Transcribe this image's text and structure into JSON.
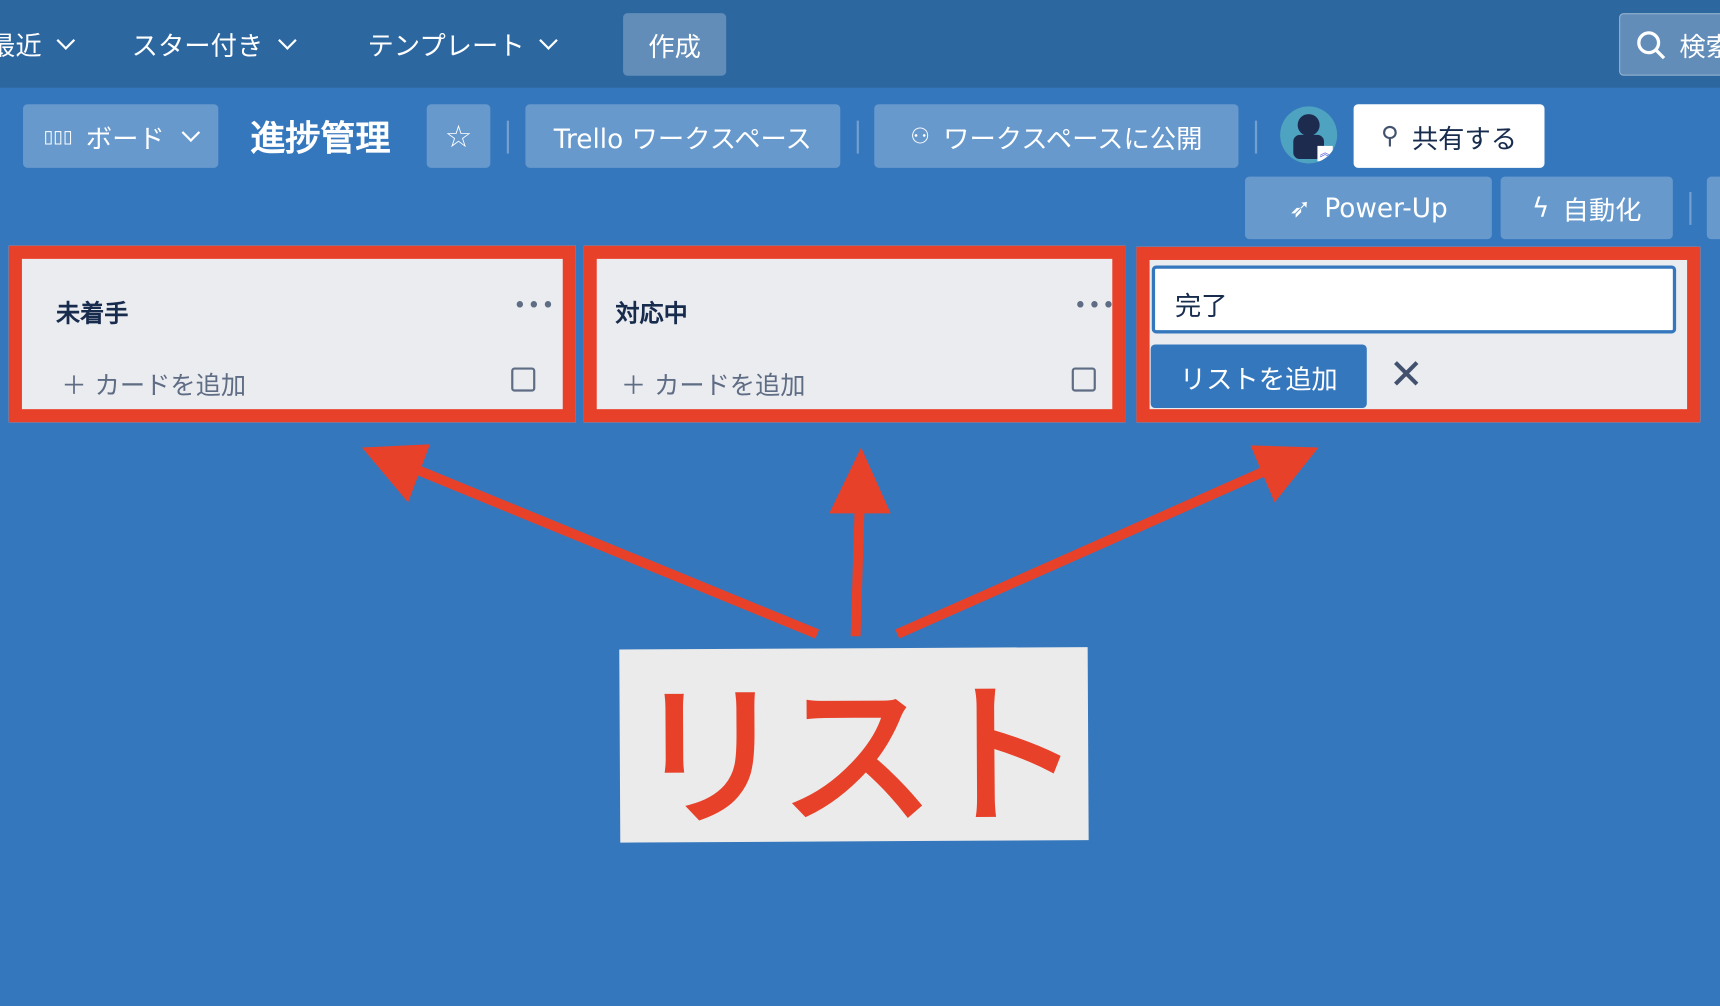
{
  "topnav": {
    "recent": "最近",
    "starred": "スター付き",
    "templates": "テンプレート",
    "create": "作成",
    "search": "検索"
  },
  "board": {
    "view": "ボード",
    "title": "進捗管理",
    "workspace": "Trello ワークスペース",
    "visibility": "ワークスペースに公開",
    "share": "共有する",
    "powerup": "Power-Up",
    "automation": "自動化"
  },
  "lists": [
    {
      "title": "未着手",
      "add_card": "カードを追加"
    },
    {
      "title": "対応中",
      "add_card": "カードを追加"
    }
  ],
  "new_list": {
    "input_value": "完了",
    "add_button": "リストを追加"
  },
  "annotation": {
    "label": "リスト",
    "color": "#e8412a"
  },
  "colors": {
    "nav": "#2d67a0",
    "board": "#3577bd",
    "accent": "#e8412a"
  }
}
